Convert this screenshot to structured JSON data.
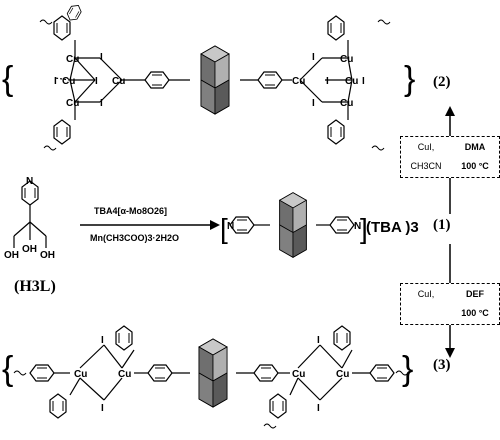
{
  "compounds": {
    "c1": "(1)",
    "c2": "(2)",
    "c3": "(3)",
    "ligand": "(H3L)"
  },
  "reagents": {
    "line1": "TBA4[α-Mo8O26]",
    "line2": "Mn(CH3COO)3·2H2O"
  },
  "cond_top": {
    "r1c1": "CuI,",
    "r1c2": "DMA",
    "r2c1": "CH3CN",
    "r2c2": "100 °C"
  },
  "cond_bottom": {
    "r1c1": "CuI,",
    "r1c2": "DEF",
    "r2c2": "100 °C"
  },
  "counterion": "(TBA )3",
  "atoms": {
    "cu": "Cu",
    "i": "I",
    "n": "N",
    "oh": "OH"
  }
}
